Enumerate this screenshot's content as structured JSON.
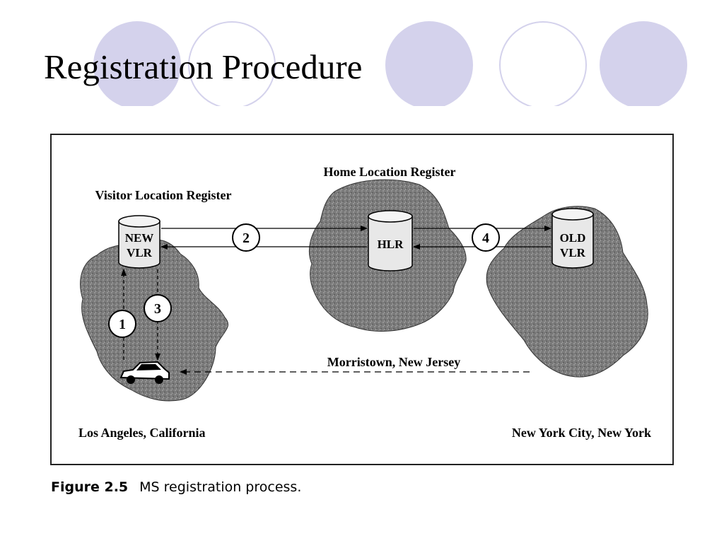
{
  "slide": {
    "title": "Registration Procedure"
  },
  "diagram": {
    "vlr_label": "Visitor Location Register",
    "hlr_label": "Home Location Register",
    "new_vlr": [
      "NEW",
      "VLR"
    ],
    "hlr": "HLR",
    "old_vlr": [
      "OLD",
      "VLR"
    ],
    "steps": [
      "1",
      "2",
      "3",
      "4"
    ],
    "loc_la": "Los Angeles, California",
    "loc_morristown": "Morristown, New Jersey",
    "loc_nyc": "New York City, New York"
  },
  "caption": {
    "number": "Figure 2.5",
    "text": "MS registration process."
  },
  "colors": {
    "accent": "#d4d2ec",
    "cloud": "#7a7a7a",
    "cylinder": "#e8e8e8"
  }
}
